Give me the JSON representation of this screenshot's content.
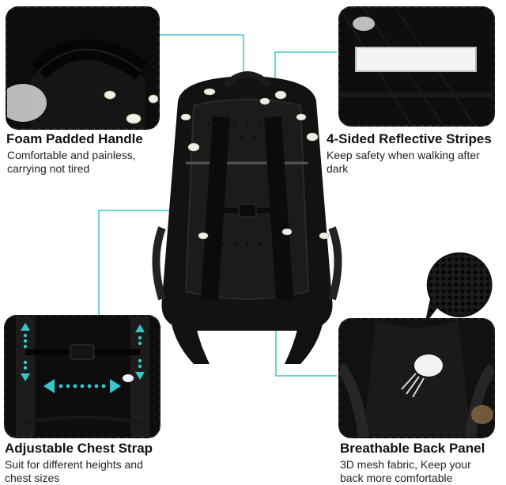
{
  "features": {
    "handle": {
      "title": "Foam Padded Handle",
      "desc_line1": "Comfortable and painless,",
      "desc_line2": "carrying not tired"
    },
    "reflective": {
      "title": "4-Sided Reflective Stripes",
      "desc_line1": "Keep safety when walking after",
      "desc_line2": "dark"
    },
    "chest_strap": {
      "title": "Adjustable Chest Strap",
      "desc_line1": "Suit for different heights and",
      "desc_line2": "chest sizes"
    },
    "back_panel": {
      "title": "Breathable Back Panel",
      "desc_line1": "3D mesh fabric, Keep your",
      "desc_line2": "back more comfortable"
    }
  },
  "colors": {
    "accent": "#39c6c9",
    "bag": "#0d0d0d",
    "text": "#111111"
  }
}
